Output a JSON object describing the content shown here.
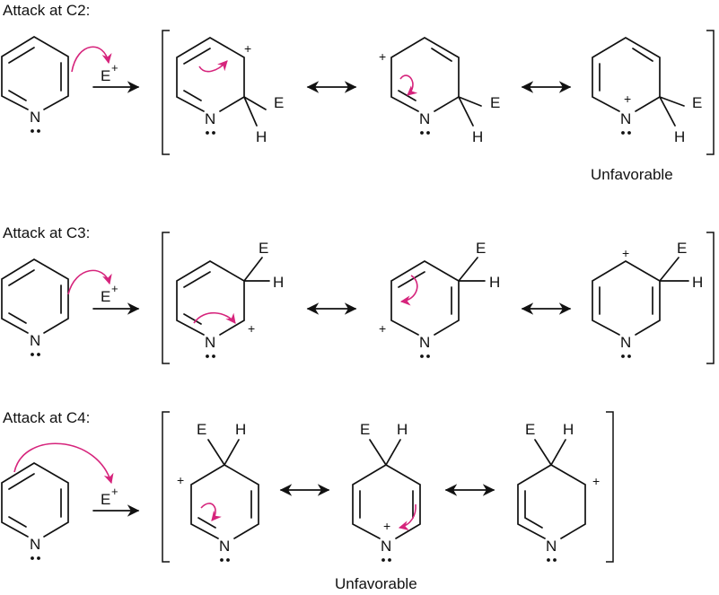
{
  "headings": {
    "c2": "Attack at C2:",
    "c3": "Attack at C3:",
    "c4": "Attack at C4:"
  },
  "labels": {
    "nitrogen": "N",
    "electrophile": "E",
    "hydrogen": "H",
    "plus": "+",
    "e_plus_base": "E",
    "e_plus_charge": "+"
  },
  "notes": {
    "c2_unfavorable": "Unfavorable",
    "c4_unfavorable": "Unfavorable"
  },
  "colors": {
    "curly_arrow": "#d6247c",
    "ink": "#111111"
  },
  "icons": {
    "reaction_arrow": "right-arrow-icon",
    "resonance_arrow": "double-headed-arrow-icon",
    "curly_arrow": "curved-electron-arrow-icon"
  }
}
